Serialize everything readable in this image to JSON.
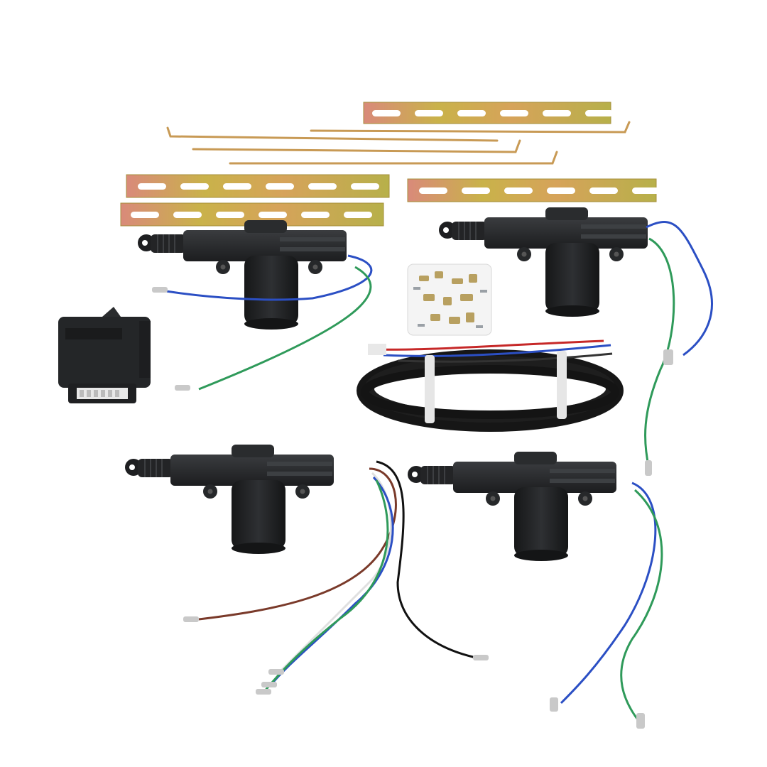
{
  "image": {
    "subject": "",
    "background_color": "#ffffff"
  },
  "colors": {
    "actuator_body": "#2a2c2e",
    "actuator_shade": "#1a1b1c",
    "bracket_plate": "#c9b24a",
    "bracket_tint": "#d98a7a",
    "rod": "#c89a55",
    "wire_blue": "#2b4fc4",
    "wire_green": "#2f9a5a",
    "wire_brown": "#7a3a2a",
    "wire_white": "#e8e8e8",
    "wire_black": "#111111",
    "harness": "#161616"
  },
  "components": [
    {
      "name": "mounting-bracket",
      "count": 4
    },
    {
      "name": "connecting-rod",
      "count": 4
    },
    {
      "name": "door-lock-actuator",
      "count": 4
    },
    {
      "name": "control-module",
      "count": 1
    },
    {
      "name": "screw-bag",
      "count": 1
    },
    {
      "name": "wiring-harness",
      "count": 1
    }
  ]
}
